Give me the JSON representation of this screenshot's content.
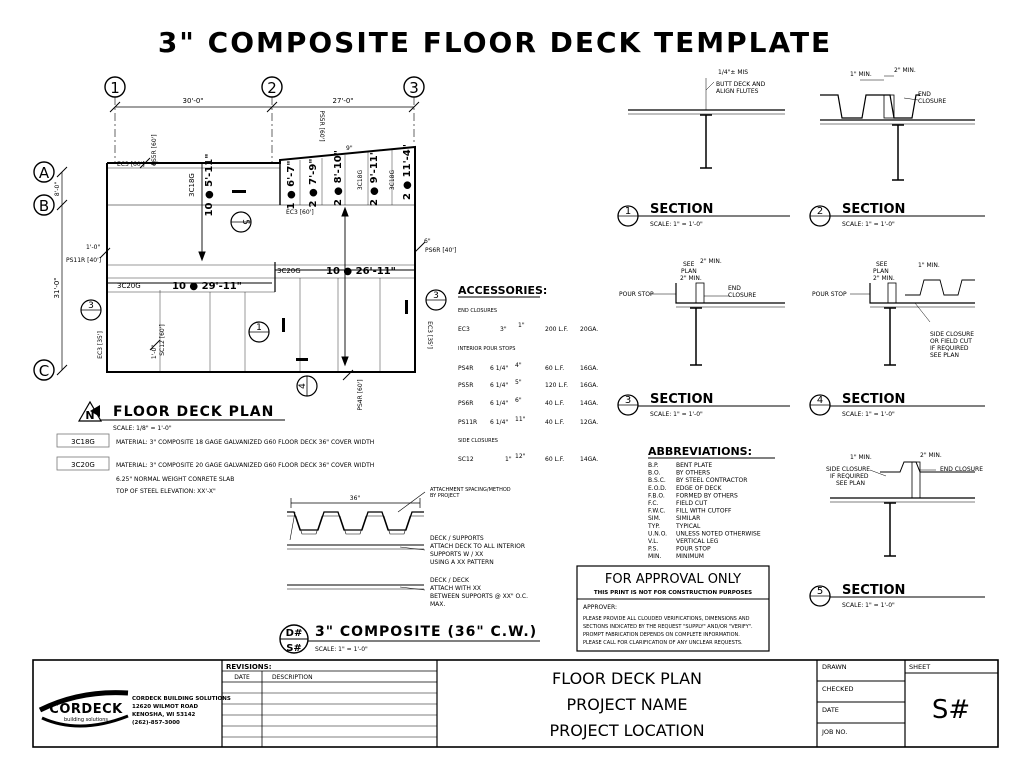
{
  "title": "3\" COMPOSITE FLOOR DECK TEMPLATE",
  "grid": {
    "cols": [
      "1",
      "2",
      "3"
    ],
    "rows": [
      "A",
      "B",
      "C"
    ],
    "dims_top": [
      "30'-0\"",
      "27'-0\""
    ],
    "dims_left": [
      "8'-0\"",
      "31'-0\""
    ]
  },
  "plan": {
    "labels": {
      "ec3_top": "EC3 [60']",
      "ps5r_top": "PS5R [60']",
      "ps5r_top2": "PS5R [60']",
      "ec3_mid": "EC3 [60']",
      "ps6r": "PS6R [40']",
      "ps11r": "PS11R [40']",
      "ps11r_dim": "1'-0\"",
      "ec3_left": "EC3 [35']",
      "ec3_right": "EC3 [35']",
      "sc12": "SC12 [60']",
      "ps4r": "PS4R [60']",
      "dim_1ft": "1'-0\"",
      "six_top": "6\"",
      "nine": "9\"",
      "six_right": "6\""
    },
    "spans": [
      {
        "qty": "10 ● 5'-11\"",
        "type": "3C18G"
      },
      {
        "qty": "1 ● 6'-7\"",
        "type": ""
      },
      {
        "qty": "2 ● 7'-9\"",
        "type": ""
      },
      {
        "qty": "2 ● 8'-10\"",
        "type": ""
      },
      {
        "qty": "2 ● 9'-11\"",
        "type": "3C18G"
      },
      {
        "qty": "2 ● 11'-4\"",
        "type": "3C18G"
      }
    ],
    "lower_left": {
      "type": "3C20G",
      "qty": "10 ● 29'-11\""
    },
    "lower_right": {
      "type": "3C20G",
      "qty": "10 ● 26'-11\""
    },
    "section_marks": [
      "1",
      "3",
      "3",
      "4",
      "5"
    ],
    "north": "N"
  },
  "plan_title": {
    "name": "FLOOR DECK PLAN",
    "scale": "SCALE:  1/8\" = 1'-0\""
  },
  "legend": [
    {
      "tag": "3C18G",
      "text": "MATERIAL: 3\" COMPOSITE 18 GAGE GALVANIZED G60 FLOOR DECK 36\" COVER WIDTH"
    },
    {
      "tag": "3C20G",
      "text": "MATERIAL: 3\" COMPOSITE 20 GAGE GALVANIZED G60 FLOOR DECK 36\" COVER WIDTH"
    }
  ],
  "notes": [
    "6.25\" NORMAL WEIGHT CONRETE SLAB",
    "TOP OF STEEL ELEVATION: XX'-X\""
  ],
  "accessories": {
    "title": "ACCESSORIES:",
    "end_closures_head": "END CLOSURES",
    "interior_head": "INTERIOR POUR STOPS",
    "side_head": "SIDE CLOSURES",
    "rows": [
      {
        "id": "EC3",
        "desc": "3\"",
        "dim": "1\"",
        "qty": "200 L.F.",
        "ga": "20GA."
      },
      {
        "id": "PS4R",
        "desc": "6 1/4\"",
        "dim": "4\"",
        "qty": "60 L.F.",
        "ga": "16GA."
      },
      {
        "id": "PS5R",
        "desc": "6 1/4\"",
        "dim": "5\"",
        "qty": "120 L.F.",
        "ga": "16GA."
      },
      {
        "id": "PS6R",
        "desc": "6 1/4\"",
        "dim": "6\"",
        "qty": "40 L.F.",
        "ga": "14GA."
      },
      {
        "id": "PS11R",
        "desc": "6 1/4\"",
        "dim": "11\"",
        "qty": "40 L.F.",
        "ga": "12GA."
      },
      {
        "id": "SC12",
        "desc": "1\"",
        "dim": "12\"",
        "qty": "60 L.F.",
        "ga": "14GA."
      }
    ]
  },
  "deck_detail": {
    "width": "36\"",
    "attach_note": [
      "ATTACHMENT SPACING/METHOD",
      "BY PROJECT"
    ],
    "supports_note": [
      "DECK / SUPPORTS",
      "ATTACH DECK TO ALL INTERIOR",
      "SUPPORTS W / XX",
      "USING A XX PATTERN"
    ],
    "sidelap_note": [
      "DECK / DECK",
      "ATTACH WITH XX",
      "BETWEEN SUPPORTS @ XX\" O.C.",
      "MAX."
    ],
    "mark_top": "D#",
    "mark_bottom": "S#",
    "title": "3\" COMPOSITE (36\" C.W.)",
    "scale": "SCALE:  1\" = 1'-0\""
  },
  "sections": [
    {
      "num": "1",
      "title": "SECTION",
      "scale": "SCALE:  1\" = 1'-0\"",
      "notes": [
        "1/4\"± MIS",
        "BUTT DECK AND",
        "ALIGN FLUTES"
      ]
    },
    {
      "num": "2",
      "title": "SECTION",
      "scale": "SCALE:  1\" = 1'-0\"",
      "notes": [
        "1\" MIN.",
        "2\" MIN.",
        "END",
        "CLOSURE"
      ]
    },
    {
      "num": "3",
      "title": "SECTION",
      "scale": "SCALE:  1\" = 1'-0\"",
      "notes": [
        "SEE",
        "PLAN",
        "2\" MIN.",
        "2\" MIN.",
        "POUR STOP",
        "END",
        "CLOSURE"
      ]
    },
    {
      "num": "4",
      "title": "SECTION",
      "scale": "SCALE:  1\" = 1'-0\"",
      "notes": [
        "SEE",
        "PLAN",
        "2\" MIN.",
        "1\" MIN.",
        "POUR STOP",
        "SIDE CLOSURE",
        "OR FIELD CUT",
        "IF REQUIRED",
        "SEE PLAN"
      ]
    },
    {
      "num": "5",
      "title": "SECTION",
      "scale": "SCALE:  1\" = 1'-0\"",
      "notes": [
        "1\" MIN.",
        "2\" MIN.",
        "SIDE CLOSURE",
        "IF REQUIRED",
        "SEE PLAN",
        "END CLOSURE"
      ]
    }
  ],
  "abbreviations": {
    "title": "ABBREVIATIONS:",
    "items": [
      [
        "B.P.",
        "BENT PLATE"
      ],
      [
        "B.O.",
        "BY OTHERS"
      ],
      [
        "B.S.C.",
        "BY STEEL CONTRACTOR"
      ],
      [
        "E.O.D.",
        "EDGE OF DECK"
      ],
      [
        "F.B.O.",
        "FORMED BY OTHERS"
      ],
      [
        "F.C.",
        "FIELD CUT"
      ],
      [
        "F.W.C.",
        "FILL WITH CUTOFF"
      ],
      [
        "SIM.",
        "SIMILAR"
      ],
      [
        "TYP.",
        "TYPICAL"
      ],
      [
        "U.N.O.",
        "UNLESS NOTED OTHERWISE"
      ],
      [
        "V.L.",
        "VERTICAL LEG"
      ],
      [
        "P.S.",
        "POUR STOP"
      ],
      [
        "MIN.",
        "MINIMUM"
      ]
    ]
  },
  "approval": {
    "title": "FOR APPROVAL ONLY",
    "subtitle": "THIS PRINT IS NOT FOR CONSTRUCTION PURPOSES",
    "approver": "APPROVER:",
    "lines": [
      "PLEASE PROVIDE ALL CLOUDED VERIFICATIONS, DIMENSIONS AND",
      "SECTIONS INDICATED BY THE REQUEST \"SUPPLY\" AND/OR \"VERIFY\".",
      "PROMPT FABRICATION DEPENDS ON COMPLETE INFORMATION.",
      "PLEASE CALL FOR CLARIFICATION OF ANY UNCLEAR REQUESTS."
    ]
  },
  "title_block": {
    "logo": "CORDECK",
    "logo_sub": "building solutions",
    "company": [
      "CORDECK BUILDING SOLUTIONS",
      "12620 WILMOT ROAD",
      "KENOSHA, WI 53142",
      "(262)-857-3000"
    ],
    "revisions": "REVISIONS:",
    "rev_date": "DATE",
    "rev_desc": "DESCRIPTION",
    "drawing": [
      "FLOOR DECK PLAN",
      "PROJECT NAME",
      "PROJECT LOCATION"
    ],
    "drawn": "DRAWN",
    "checked": "CHECKED",
    "date": "DATE",
    "job": "JOB NO.",
    "sheet_label": "SHEET",
    "sheet": "S#"
  }
}
